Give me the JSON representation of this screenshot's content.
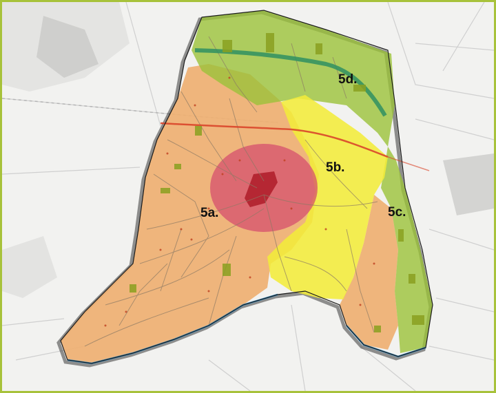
{
  "map": {
    "zones": [
      {
        "id": "5a",
        "label": "5a.",
        "color": "#d6506e"
      },
      {
        "id": "5b",
        "label": "5b.",
        "color": "#f2ec3a"
      },
      {
        "id": "5c",
        "label": "5c.",
        "color": "#9bc23a"
      },
      {
        "id": "5d",
        "label": "5d.",
        "color": "#9bc23a"
      }
    ],
    "base_zone_color": "#efb072",
    "frame_color": "#a7c23a",
    "river_color": "#3d8fc2",
    "road_colors": {
      "main_green": "#2f8f62",
      "main_red": "#d9452a",
      "minor": "#8c7a64"
    }
  }
}
